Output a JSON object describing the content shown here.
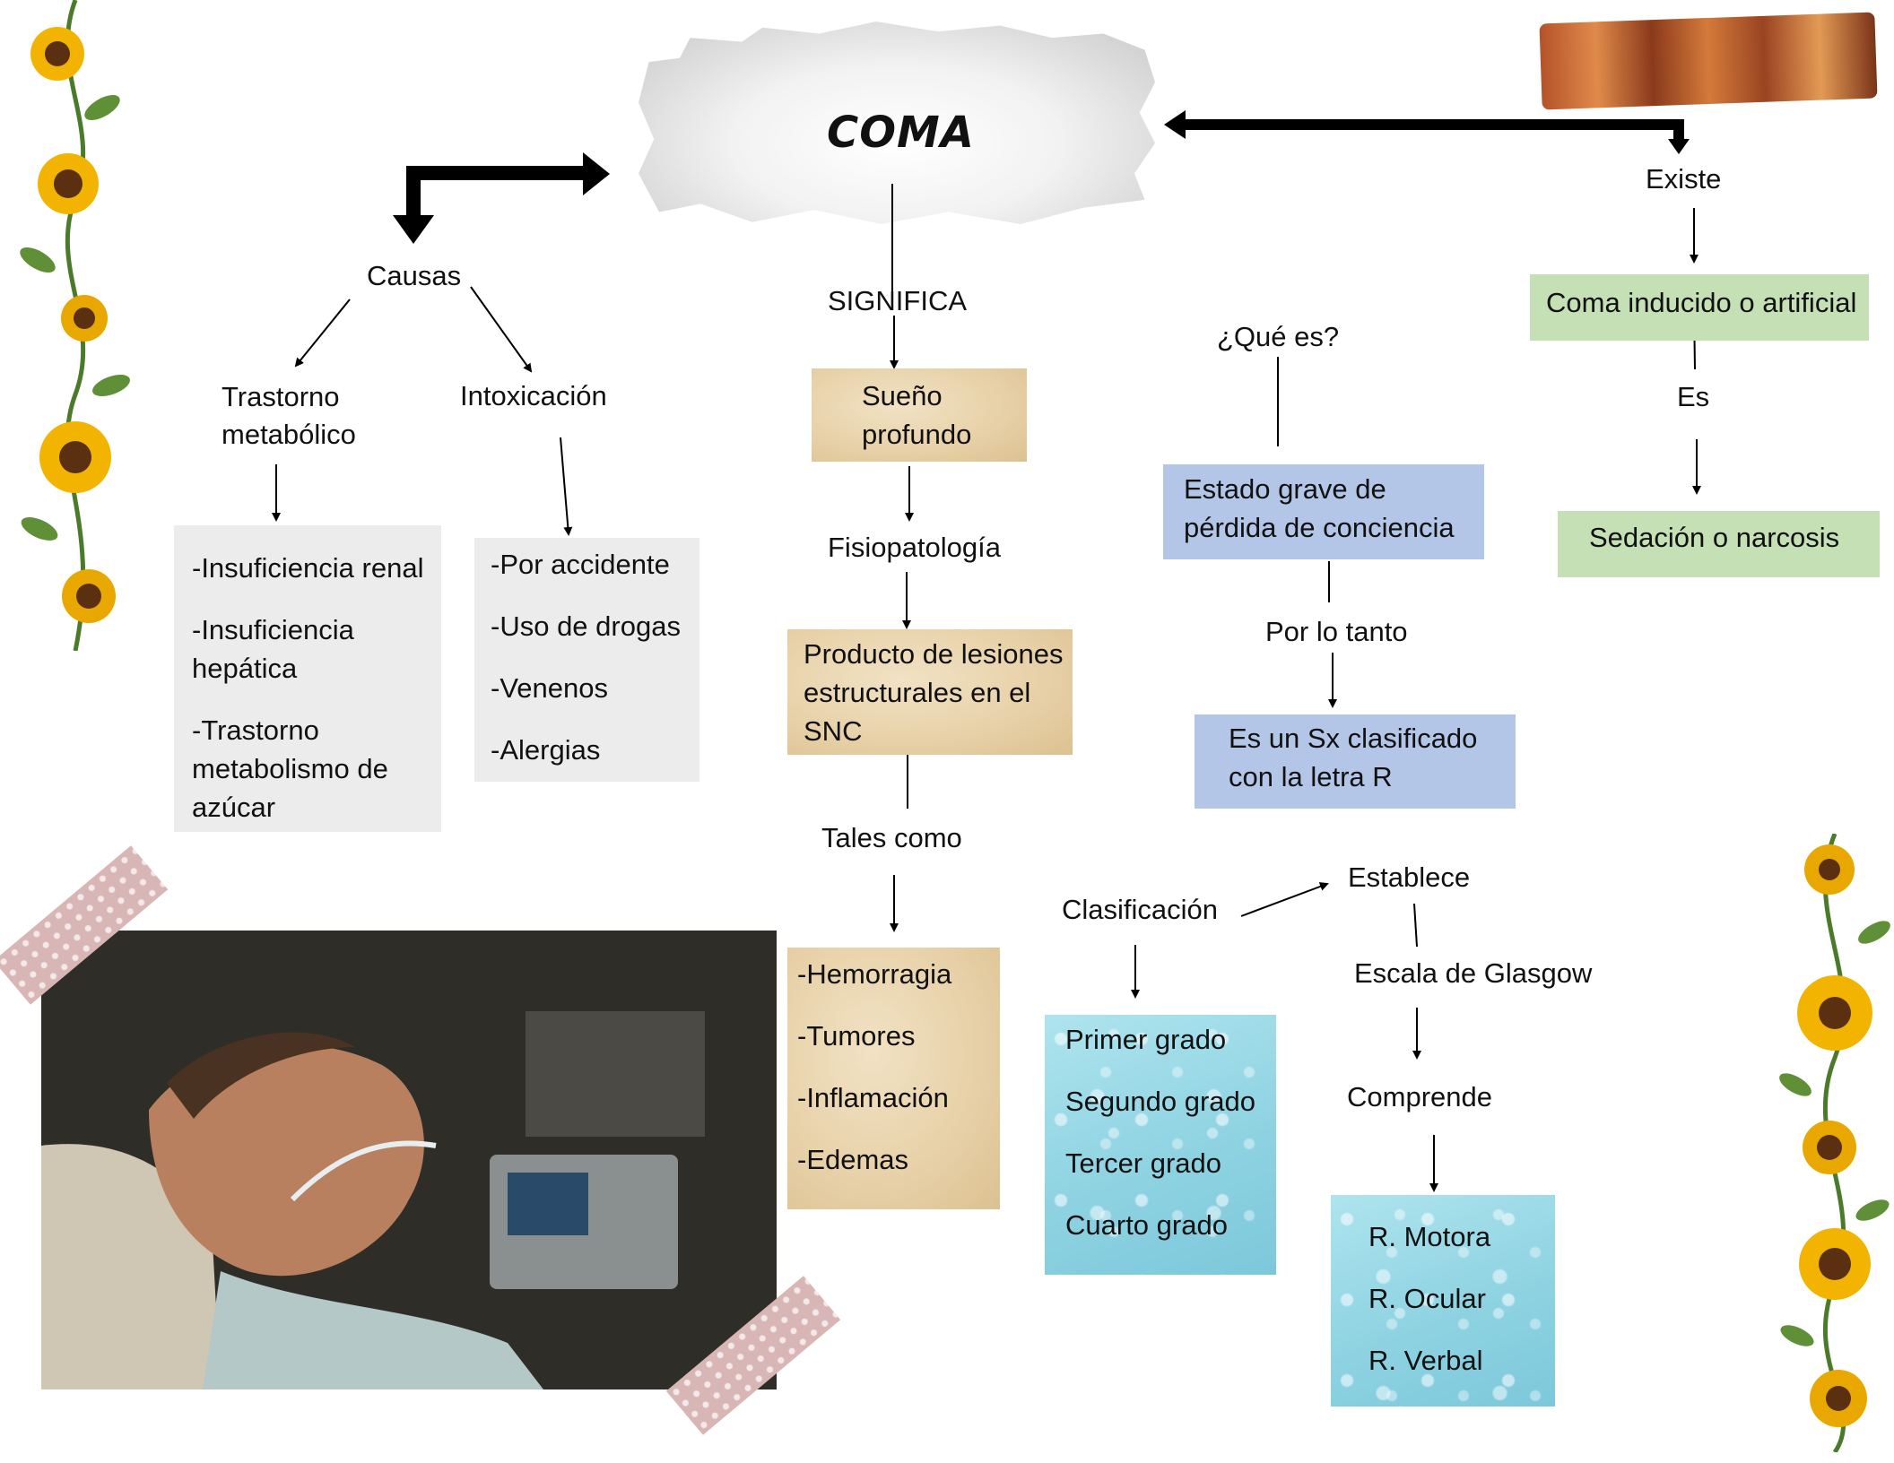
{
  "title": "COMA",
  "left_branch": {
    "causas": "Causas",
    "trastorno": [
      "Trastorno",
      "metabólico"
    ],
    "intoxicacion": "Intoxicación",
    "metabolic_items": [
      "-Insuficiencia renal",
      "-Insuficiencia",
      "hepática",
      "-Trastorno",
      "metabolismo de",
      "azúcar"
    ],
    "intox_items": [
      "-Por accidente",
      "-Uso de drogas",
      "-Venenos",
      "-Alergias"
    ]
  },
  "center_branch": {
    "significa": "SIGNIFICA",
    "sueno": [
      "Sueño",
      "profundo"
    ],
    "fisiopatologia": "Fisiopatología",
    "producto": [
      "Producto de lesiones",
      "estructurales en el",
      "SNC"
    ],
    "tales_como": "Tales como",
    "lesiones": [
      "-Hemorragia",
      "-Tumores",
      "-Inflamación",
      "-Edemas"
    ]
  },
  "que_es_branch": {
    "que_es": "¿Qué es?",
    "estado": [
      "Estado grave de",
      "pérdida de conciencia"
    ],
    "por_lo_tanto": "Por lo tanto",
    "sx": [
      "Es un Sx clasificado",
      "con la letra R"
    ]
  },
  "right_branch": {
    "existe": "Existe",
    "inducido": "Coma inducido o artificial",
    "es": "Es",
    "sedacion": "Sedación o narcosis"
  },
  "clasificacion_branch": {
    "clasificacion": "Clasificación",
    "grados": [
      "Primer grado",
      "Segundo grado",
      "Tercer grado",
      "Cuarto grado"
    ],
    "establece": "Establece",
    "escala": "Escala de Glasgow",
    "comprende": "Comprende",
    "respuestas": [
      "R. Motora",
      "R. Ocular",
      "R. Verbal"
    ]
  },
  "colors": {
    "gray_box": "#ececec",
    "parchment": "#e7d0a7",
    "blue_box": "#b4c6e7",
    "green_box": "#c5e0b4",
    "water_box": "#8fd3e2"
  }
}
